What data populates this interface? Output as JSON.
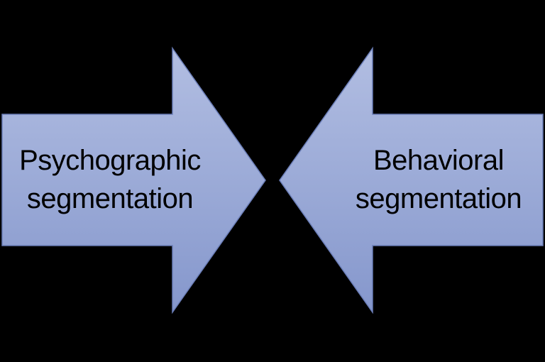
{
  "canvas": {
    "background_color": "#000000"
  },
  "diagram": {
    "type": "converging-arrows",
    "colors": {
      "arrow_gradient_top": "#b2bee2",
      "arrow_gradient_bottom": "#8597cc",
      "arrow_border": "#6b7eb8",
      "text": "#000000"
    },
    "arrows": [
      {
        "id": "psychographic",
        "direction": "right",
        "label_line1": "Psychographic",
        "label_line2": "segmentation"
      },
      {
        "id": "behavioral",
        "direction": "left",
        "label_line1": "Behavioral",
        "label_line2": "segmentation"
      }
    ]
  }
}
